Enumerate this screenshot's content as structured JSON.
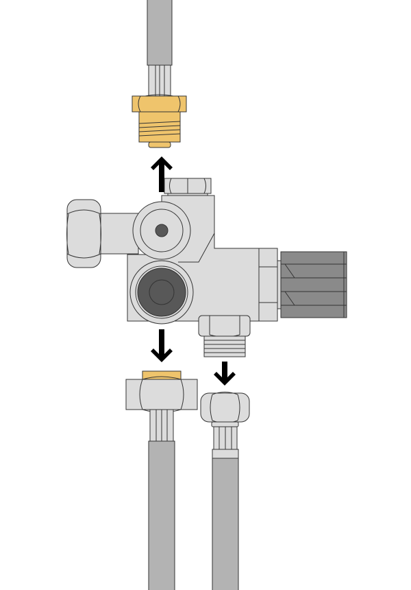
{
  "diagram": {
    "colors": {
      "metal": "#dcdcdc",
      "hose": "#b3b3b3",
      "brass": "#efc46c",
      "dark": "#585858",
      "knob": "#8a8a8a",
      "arrow": "#000000"
    },
    "arrows": [
      {
        "name": "up-arrow",
        "direction": "up"
      },
      {
        "name": "down-arrow-left",
        "direction": "down"
      },
      {
        "name": "down-arrow-right",
        "direction": "down"
      }
    ]
  }
}
